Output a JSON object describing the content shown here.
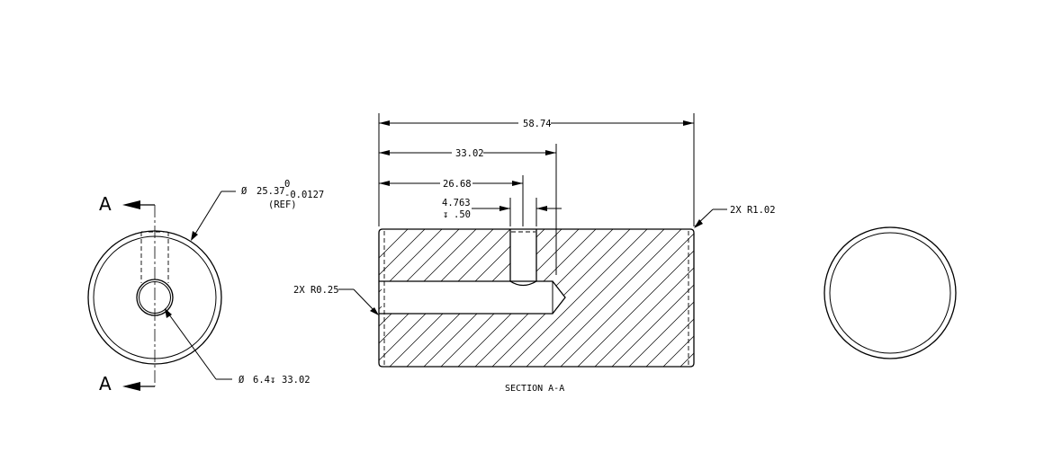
{
  "sections": {
    "cut_letter": "A",
    "title": "SECTION A-A"
  },
  "end_view": {
    "outer_diameter": {
      "symbol": "Ø",
      "value": "25.37",
      "tol_upper": "0",
      "tol_lower": "-0.0127",
      "note": "(REF)"
    },
    "bore": {
      "symbol": "Ø",
      "value": "6.4",
      "depth_symbol": "↧",
      "depth": "33.02"
    }
  },
  "section_view": {
    "overall_length": "58.74",
    "hole_location_outer": "33.02",
    "hole_location_inner": "26.68",
    "cross_hole": {
      "diameter": "4.763",
      "depth_symbol": "↧",
      "depth": ".50"
    },
    "edge_radius_right": "2X R1.02",
    "edge_radius_left": "2X R0.25"
  }
}
